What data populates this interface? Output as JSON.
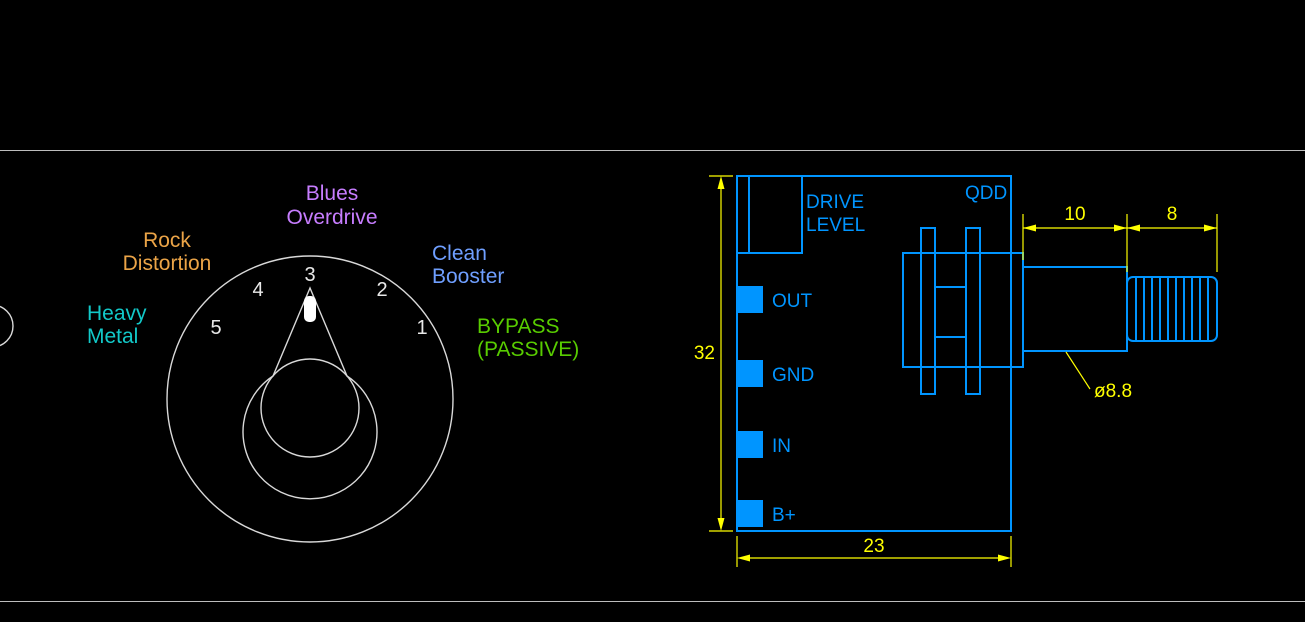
{
  "mode_selector": {
    "positions": [
      {
        "number": "1",
        "label_line1": "BYPASS",
        "label_line2": "(PASSIVE)",
        "color": "#58cc00"
      },
      {
        "number": "2",
        "label_line1": "Clean",
        "label_line2": "Booster",
        "color": "#6f9fff"
      },
      {
        "number": "3",
        "label_line1": "Blues",
        "label_line2": "Overdrive",
        "color": "#c77dff"
      },
      {
        "number": "4",
        "label_line1": "Rock",
        "label_line2": "Distortion",
        "color": "#eba447"
      },
      {
        "number": "5",
        "label_line1": "Heavy",
        "label_line2": "Metal",
        "color": "#12c9c9"
      }
    ]
  },
  "pot_drawing": {
    "part_label": "QDD",
    "function_line1": "DRIVE",
    "function_line2": "LEVEL",
    "pins": [
      "OUT",
      "GND",
      "IN",
      "B+"
    ],
    "dimensions": {
      "body_height": "32",
      "body_width": "23",
      "shaft_length": "10",
      "knurl_length": "8",
      "shaft_diameter": "ø8.8"
    }
  },
  "colors": {
    "background": "#000000",
    "drawing_blue": "#0095ff",
    "dimension_yellow": "#ffff00",
    "knob_outline": "#d9d9d9",
    "frame_line": "#bdbdbd"
  }
}
